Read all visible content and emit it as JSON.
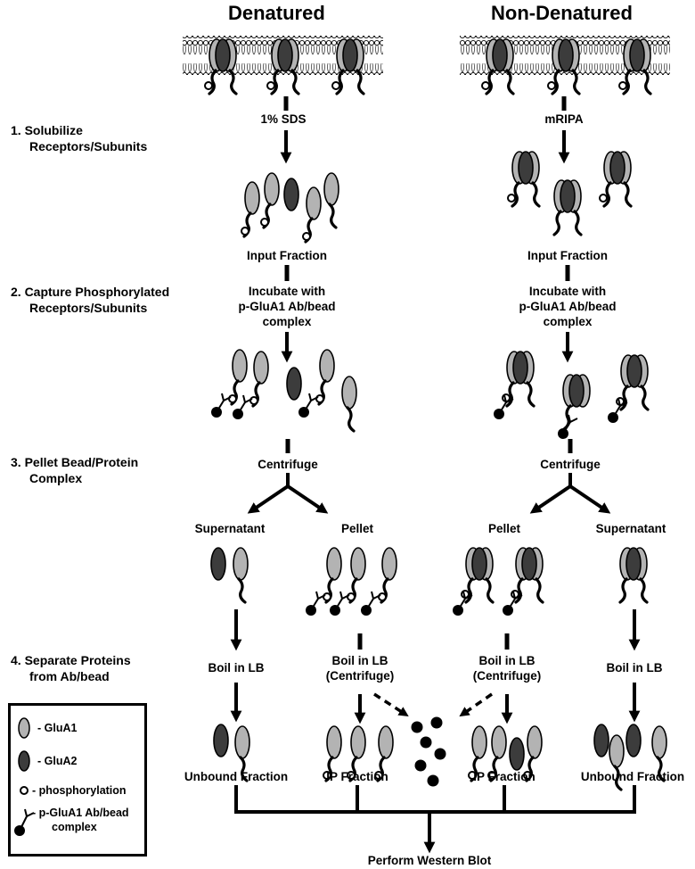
{
  "columns": {
    "left_title": "Denatured",
    "right_title": "Non-Denatured"
  },
  "steps": {
    "s1_line1": "1. Solubilize",
    "s1_line2": "Receptors/Subunits",
    "s2_line1": "2. Capture Phosphorylated",
    "s2_line2": "Receptors/Subunits",
    "s3_line1": "3. Pellet Bead/Protein",
    "s3_line2": "Complex",
    "s4_line1": "4. Separate Proteins",
    "s4_line2": "from Ab/bead"
  },
  "left": {
    "reagent": "1% SDS",
    "input": "Input Fraction",
    "incubate1": "Incubate with",
    "incubate2": "p-GluA1 Ab/bead",
    "incubate3": "complex",
    "centrifuge": "Centrifuge",
    "supernatant": "Supernatant",
    "pellet": "Pellet",
    "boil_sup": "Boil in LB",
    "boil_pel1": "Boil in LB",
    "boil_pel2": "(Centrifuge)",
    "unbound": "Unbound Fraction",
    "ip": "IP Fraction"
  },
  "right": {
    "reagent": "mRIPA",
    "input": "Input Fraction",
    "incubate1": "Incubate with",
    "incubate2": "p-GluA1 Ab/bead",
    "incubate3": "complex",
    "centrifuge": "Centrifuge",
    "pellet": "Pellet",
    "supernatant": "Supernatant",
    "boil_pel1": "Boil in LB",
    "boil_pel2": "(Centrifuge)",
    "boil_sup": "Boil in LB",
    "ip": "IP Fraction",
    "unbound": "Unbound Fraction"
  },
  "footer": "Perform Western Blot",
  "legend": {
    "glua1": "- GluA1",
    "glua2": "- GluA2",
    "phos": "- phosphorylation",
    "ab1": "- p-GluA1 Ab/bead",
    "ab2": "complex"
  },
  "colors": {
    "glua1": "#b3b3b3",
    "glua2": "#3c3c3c",
    "ink": "#000000"
  }
}
